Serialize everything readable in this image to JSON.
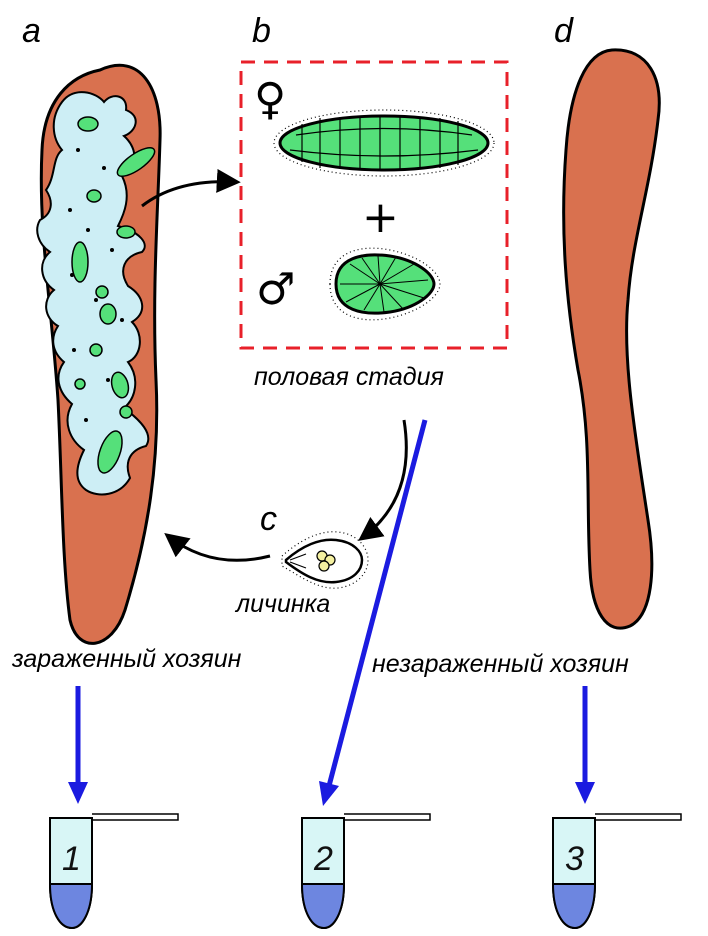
{
  "panels": {
    "a": "a",
    "b": "b",
    "c": "c",
    "d": "d"
  },
  "captions": {
    "sexual_stage": "половая стадия",
    "larva": "личинка",
    "infected_host": "зараженный хозяин",
    "uninfected_host": "незараженный хозяин"
  },
  "symbols": {
    "female": "♀",
    "male": "♂",
    "plus": "+"
  },
  "tubes": [
    "1",
    "2",
    "3"
  ],
  "colors": {
    "host_body": "#d9714f",
    "host_outline": "#000000",
    "cavity": "#cdeef5",
    "parasite_green": "#55e07a",
    "parasite_outline": "#000000",
    "sexual_stage_box": "#e8202a",
    "arrow_blue": "#1b1be0",
    "tube_body": "#d8f6f6",
    "tube_liquid": "#6d86e0"
  }
}
